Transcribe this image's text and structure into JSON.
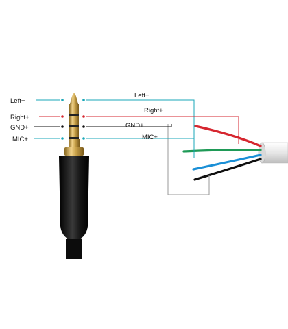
{
  "pins": [
    {
      "key": "left",
      "left_label": "Left+",
      "right_label": "Left+",
      "color": "#1aa7b8"
    },
    {
      "key": "right",
      "left_label": "Right+",
      "right_label": "Right+",
      "color": "#d6262f"
    },
    {
      "key": "gnd",
      "left_label": "GND+",
      "right_label": "GND+",
      "color": "#111111"
    },
    {
      "key": "mic",
      "left_label": "MIC+",
      "right_label": "MIC+",
      "color": "#1aa7b8"
    }
  ],
  "cable_wires": [
    {
      "key": "red",
      "color": "#d6262f"
    },
    {
      "key": "green",
      "color": "#1f9a57"
    },
    {
      "key": "blue",
      "color": "#1a8fd6"
    },
    {
      "key": "black",
      "color": "#111111"
    }
  ],
  "colors": {
    "connector_box": "#999999",
    "jack_gold": "#c9a24a",
    "jack_body": "#151515",
    "cable_sheath": "#e8e8e8"
  }
}
